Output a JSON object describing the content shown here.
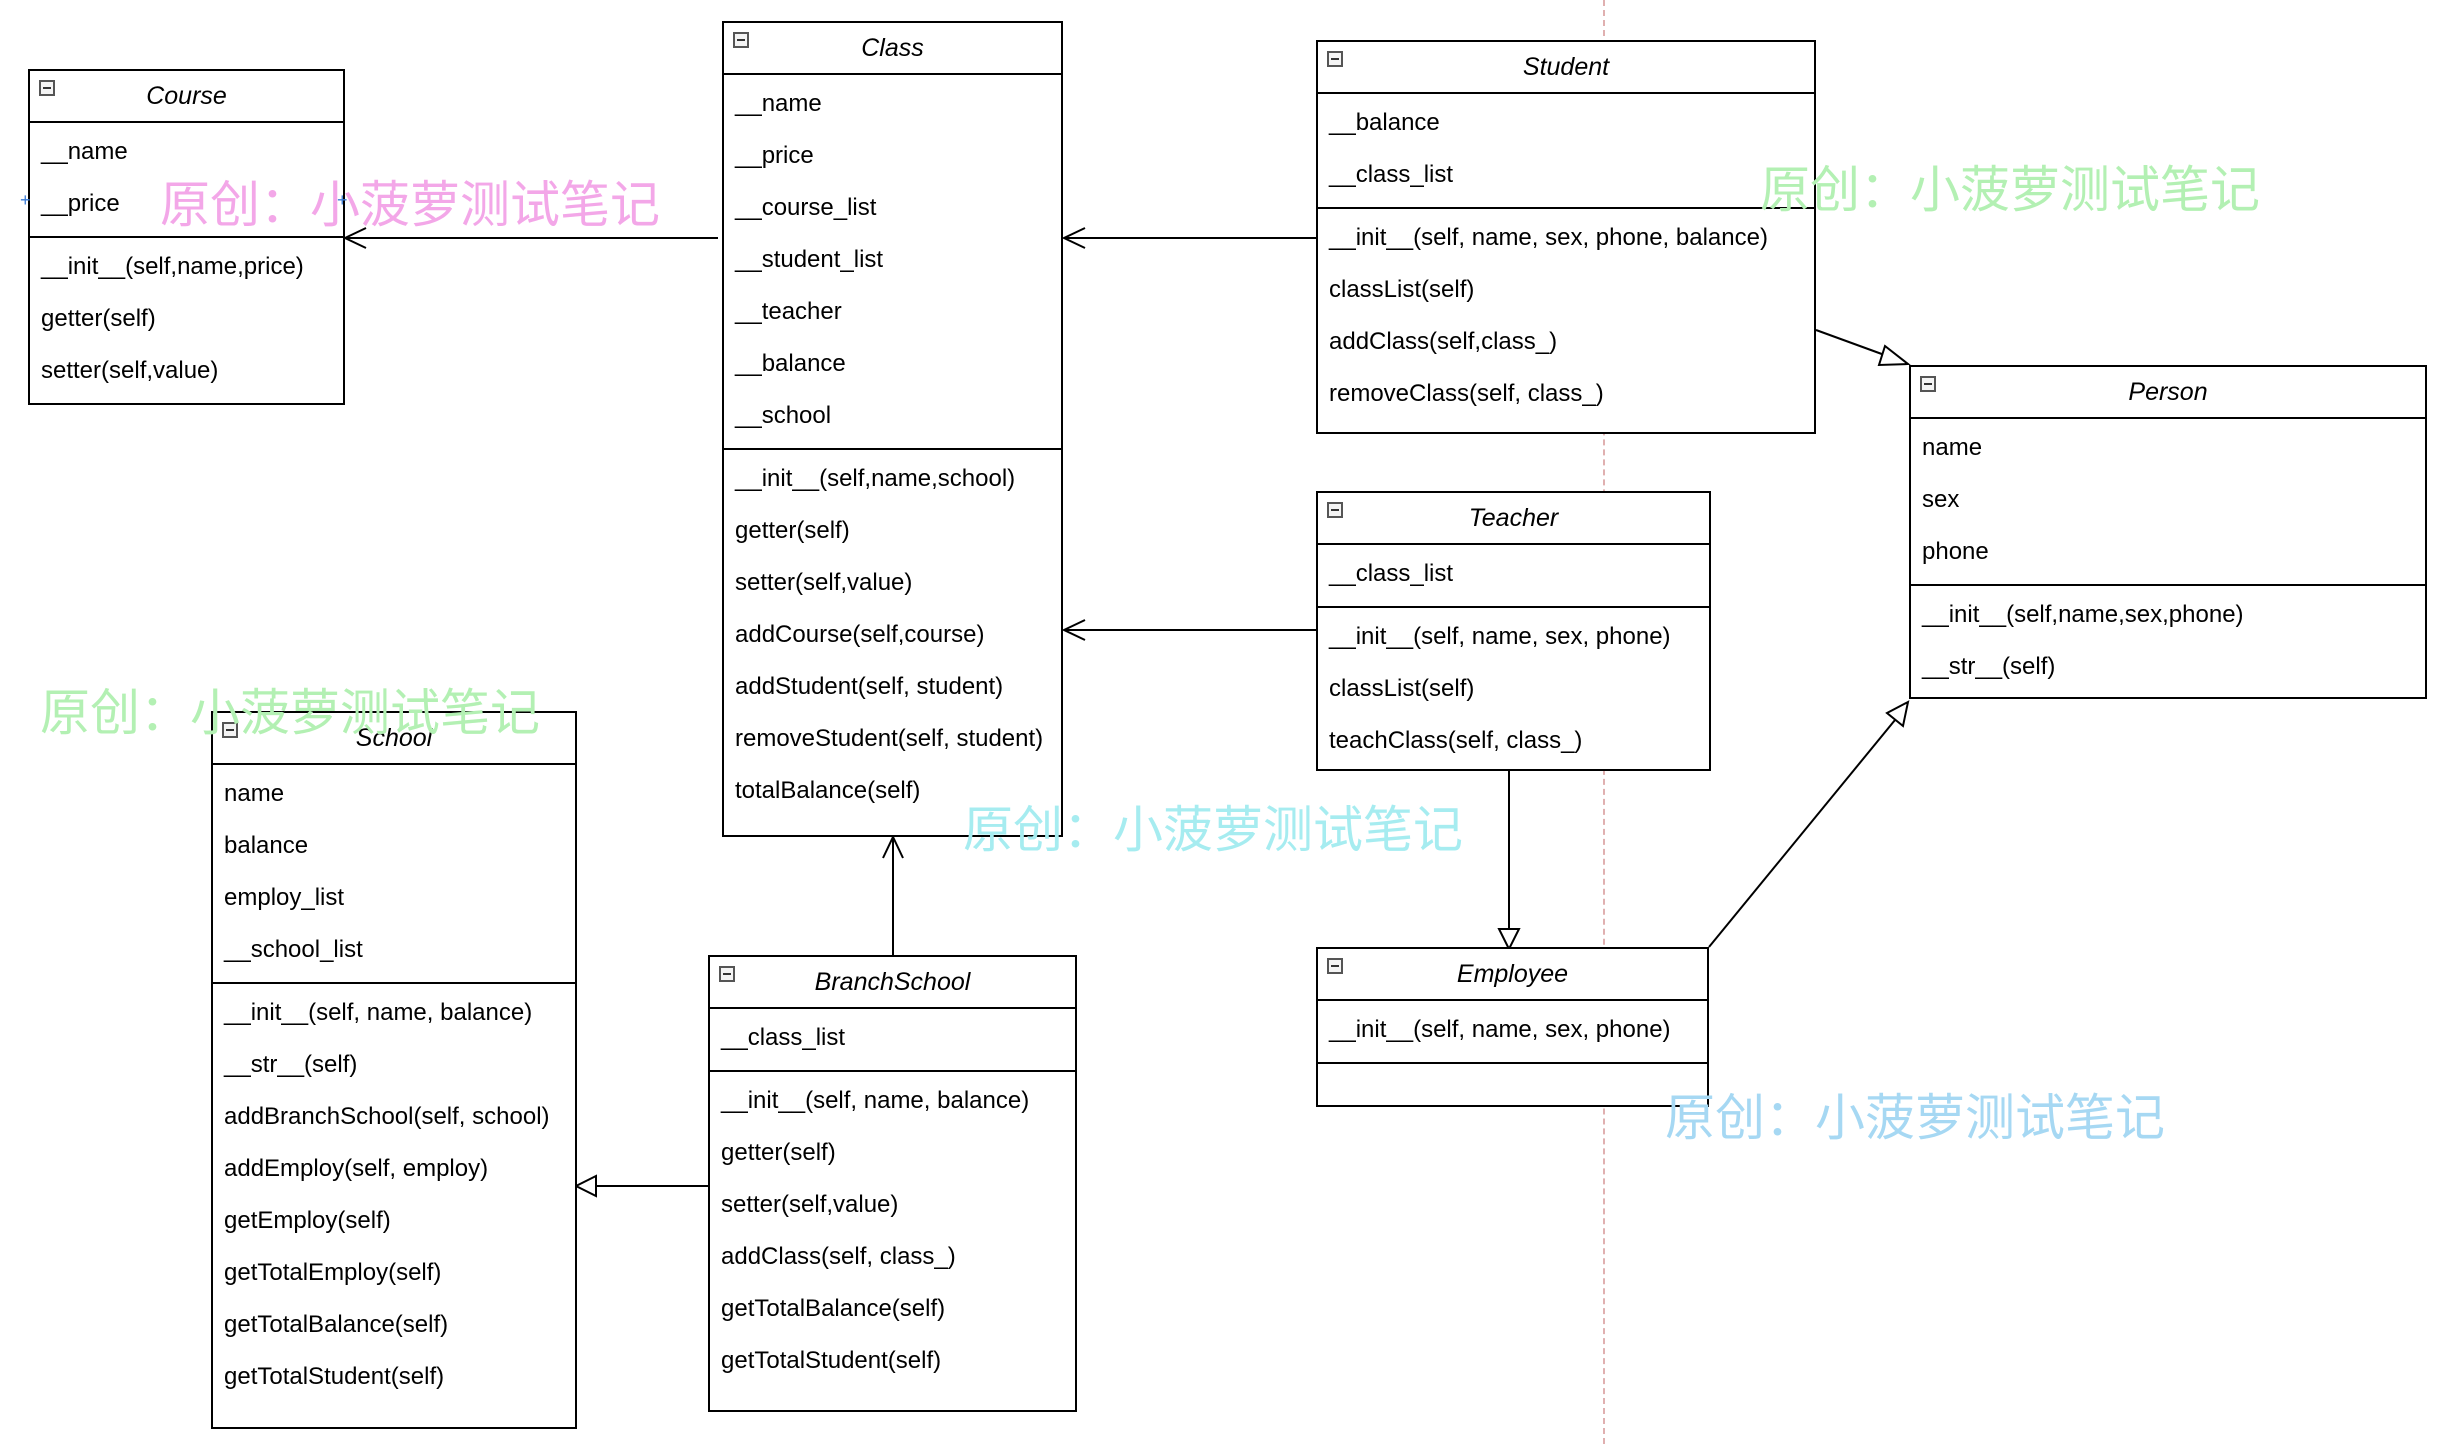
{
  "classes": {
    "course": {
      "name": "Course",
      "attributes": [
        "__name",
        "__price"
      ],
      "methods": [
        "__init__(self,name,price)",
        "getter(self)",
        "setter(self,value)"
      ]
    },
    "class": {
      "name": "Class",
      "attributes": [
        "__name",
        "__price",
        "__course_list",
        "__student_list",
        "__teacher",
        "__balance",
        "__school"
      ],
      "methods": [
        "__init__(self,name,school)",
        "getter(self)",
        "setter(self,value)",
        "addCourse(self,course)",
        "addStudent(self, student)",
        "removeStudent(self, student)",
        "totalBalance(self)"
      ]
    },
    "student": {
      "name": "Student",
      "attributes": [
        "__balance",
        "__class_list"
      ],
      "methods": [
        "__init__(self, name, sex, phone, balance)",
        "classList(self)",
        "addClass(self,class_)",
        "removeClass(self, class_)"
      ]
    },
    "person": {
      "name": "Person",
      "attributes": [
        "name",
        "sex",
        "phone"
      ],
      "methods": [
        "__init__(self,name,sex,phone)",
        "__str__(self)"
      ]
    },
    "teacher": {
      "name": "Teacher",
      "attributes": [
        "__class_list"
      ],
      "methods": [
        "__init__(self, name, sex, phone)",
        "classList(self)",
        "teachClass(self, class_)"
      ]
    },
    "school": {
      "name": "School",
      "attributes": [
        "name",
        "balance",
        "employ_list",
        "__school_list"
      ],
      "methods": [
        "__init__(self, name, balance)",
        "__str__(self)",
        "addBranchSchool(self, school)",
        "addEmploy(self, employ)",
        "getEmploy(self)",
        "getTotalEmploy(self)",
        "getTotalBalance(self)",
        "getTotalStudent(self)"
      ]
    },
    "branchschool": {
      "name": "BranchSchool",
      "attributes": [
        "__class_list"
      ],
      "methods": [
        "__init__(self, name, balance)",
        "getter(self)",
        "setter(self,value)",
        "addClass(self, class_)",
        "getTotalBalance(self)",
        "getTotalStudent(self)"
      ]
    },
    "employee": {
      "name": "Employee",
      "attributes": [
        "__init__(self, name, sex, phone)"
      ],
      "methods": []
    }
  },
  "relations": [
    {
      "from": "class",
      "to": "course",
      "type": "association"
    },
    {
      "from": "student",
      "to": "class",
      "type": "association"
    },
    {
      "from": "teacher",
      "to": "class",
      "type": "association"
    },
    {
      "from": "branchschool",
      "to": "class",
      "type": "association"
    },
    {
      "from": "branchschool",
      "to": "school",
      "type": "generalization"
    },
    {
      "from": "student",
      "to": "person",
      "type": "generalization"
    },
    {
      "from": "teacher",
      "to": "employee",
      "type": "generalization"
    },
    {
      "from": "employee",
      "to": "person",
      "type": "generalization"
    }
  ],
  "watermarks": [
    {
      "text": "原创：小菠萝测试笔记",
      "color": "#f3a7e8"
    },
    {
      "text": "原创：小菠萝测试笔记",
      "color": "#b3f0b3"
    },
    {
      "text": "原创：小菠萝测试笔记",
      "color": "#b3f0b3"
    },
    {
      "text": "原创：小菠萝测试笔记",
      "color": "#a6ecf0"
    },
    {
      "text": "原创：小菠萝测试笔记",
      "color": "#a6d8f3"
    }
  ],
  "colors": {
    "line": "#000000",
    "guide": "#e0b0b0",
    "port": "#3a7bd5"
  }
}
